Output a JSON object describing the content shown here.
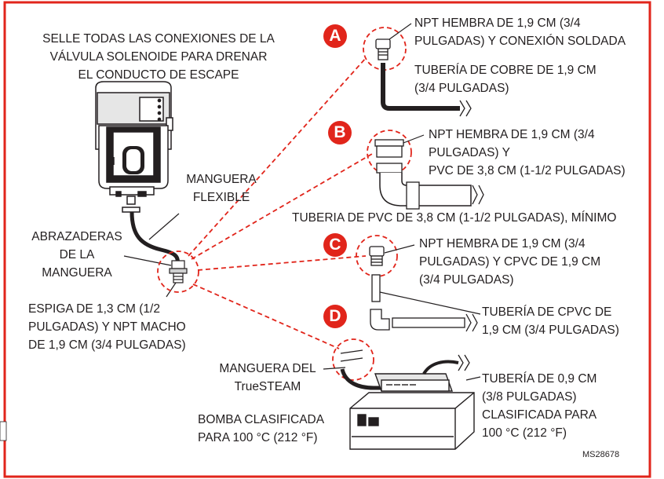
{
  "colors": {
    "accent": "#e1251b",
    "line": "#231f20",
    "frame": "#e1251b"
  },
  "title_note": [
    "SELLE TODAS LAS CONEXIONES DE LA",
    "VÁLVULA SOLENOIDE PARA DRENAR",
    "EL CONDUCTO DE ESCAPE"
  ],
  "left_labels": {
    "flexible_hose": [
      "MANGUERA",
      "FLEXIBLE"
    ],
    "hose_clamps": [
      "ABRAZADERAS",
      "DE LA",
      "MANGUERA"
    ],
    "barb": [
      "ESPIGA DE 1,3 CM (1/2",
      "PULGADAS) Y NPT MACHO",
      "DE 1,9 CM (3/4 PULGADAS)"
    ]
  },
  "options": [
    {
      "badge": "A",
      "lines": [
        "NPT HEMBRA DE 1,9 CM (3/4",
        "PULGADAS) Y CONEXIÓN SOLDADA"
      ],
      "pipe": [
        "TUBERÍA DE COBRE DE 1,9 CM",
        "(3/4 PULGADAS)"
      ]
    },
    {
      "badge": "B",
      "lines": [
        "NPT HEMBRA DE 1,9 CM (3/4",
        "PULGADAS) Y",
        "PVC DE 3,8 CM (1-1/2 PULGADAS)"
      ],
      "pipe": [
        "TUBERIA DE PVC DE 3,8 CM (1-1/2 PULGADAS), MÍNIMO"
      ]
    },
    {
      "badge": "C",
      "lines": [
        "NPT HEMBRA DE 1,9 CM (3/4",
        "PULGADAS) Y CPVC DE 1,9 CM",
        "(3/4 PULGADAS)"
      ]
    },
    {
      "badge": "D",
      "lines": [],
      "pipe": [
        "TUBERÍA DE CPVC DE",
        "1,9 CM (3/4 PULGADAS)"
      ]
    }
  ],
  "bottom_labels": {
    "hose": [
      "MANGUERA DEL",
      "TrueSTEAM"
    ],
    "pump": [
      "BOMBA CLASIFICADA",
      "PARA 100 °C (212 °F)"
    ],
    "tubing": [
      "TUBERÍA DE 0,9 CM",
      "(3/8 PULGADAS)",
      "CLASIFICADA PARA",
      "100 °C (212 °F)"
    ]
  },
  "figure_code": "MS28678"
}
